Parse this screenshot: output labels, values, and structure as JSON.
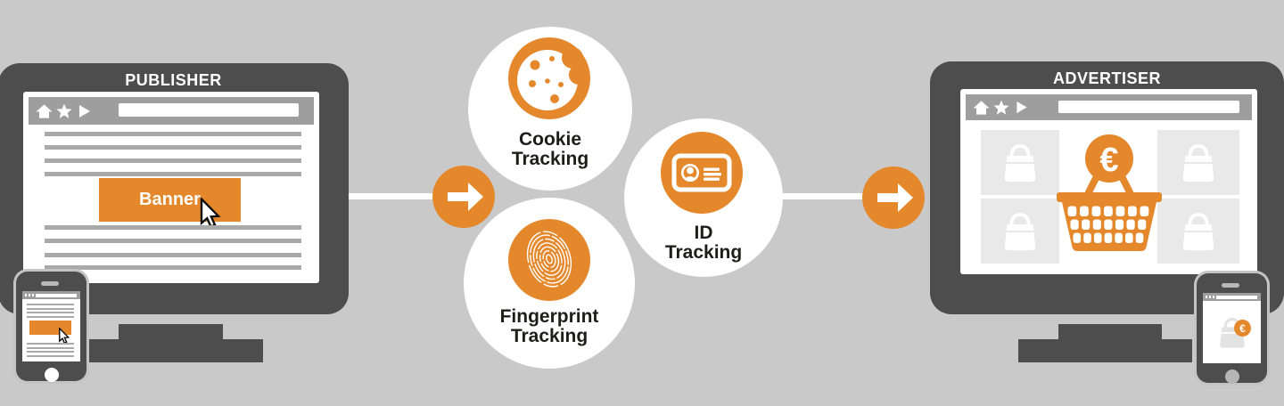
{
  "colors": {
    "accent_orange": "#e5882c",
    "dark_gray": "#4d4d4d",
    "background_gray": "#c9c9c9",
    "toolbar_gray": "#9e9e9e",
    "line_gray": "#a9a9a9",
    "tile_gray": "#e9e9e9",
    "text_black": "#1d1d1b"
  },
  "publisher": {
    "title": "PUBLISHER",
    "banner_label": "Banner"
  },
  "tracking_nodes": [
    {
      "id": "cookie",
      "line1": "Cookie",
      "line2": "Tracking"
    },
    {
      "id": "fingerprint",
      "line1": "Fingerprint",
      "line2": "Tracking"
    },
    {
      "id": "id",
      "line1": "ID",
      "line2": "Tracking"
    }
  ],
  "advertiser": {
    "title": "ADVERTISER",
    "coin_symbol": "€",
    "phone_badge_symbol": "€"
  }
}
